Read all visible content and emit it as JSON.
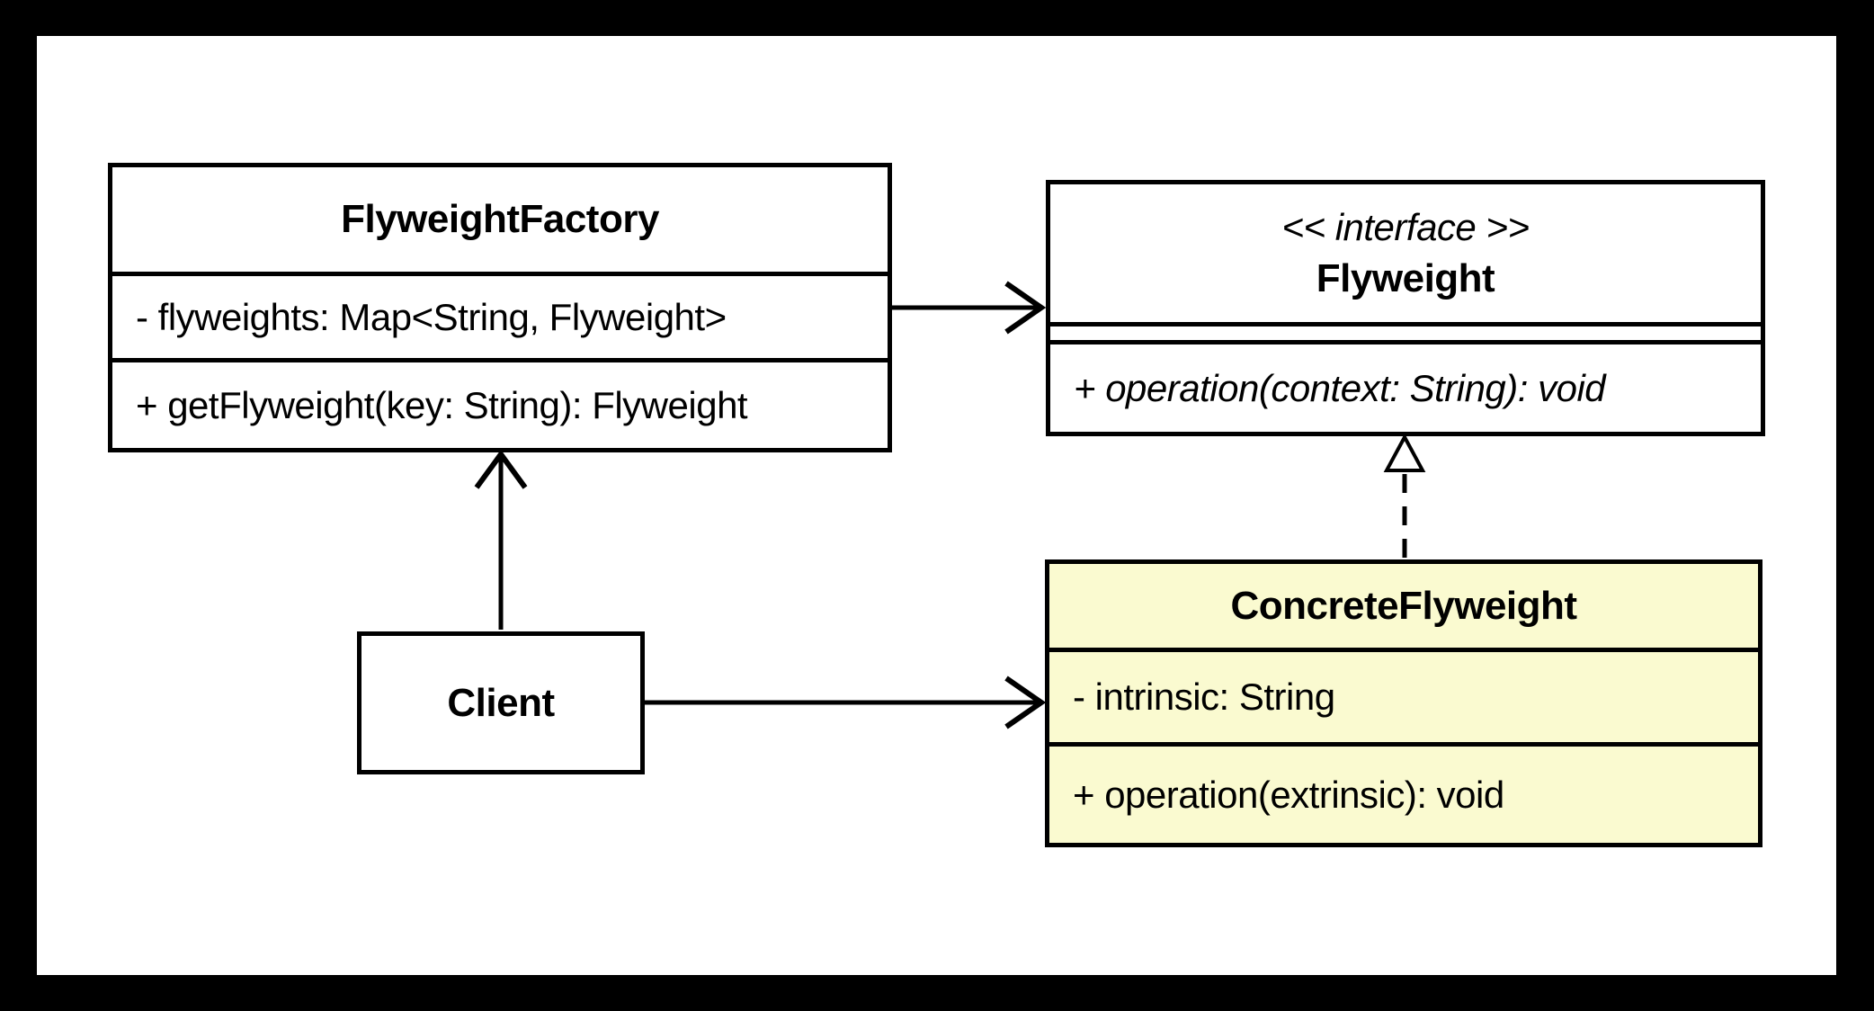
{
  "diagram": {
    "kind": "uml-class-diagram",
    "pattern": "Flyweight",
    "colors": {
      "frame": "#000000",
      "canvas": "#ffffff",
      "stroke": "#000000",
      "class_fill": "#ffffff",
      "highlight_fill": "#fafad0"
    },
    "classes": {
      "flyweight_factory": {
        "name": "FlyweightFactory",
        "attributes": [
          "- flyweights: Map<String, Flyweight>"
        ],
        "methods": [
          "+ getFlyweight(key: String): Flyweight"
        ]
      },
      "flyweight": {
        "stereotype": "<< interface >>",
        "name": "Flyweight",
        "attributes": [],
        "methods": [
          "+ operation(context: String): void"
        ]
      },
      "concrete_flyweight": {
        "name": "ConcreteFlyweight",
        "attributes": [
          "- intrinsic: String"
        ],
        "methods": [
          "+ operation(extrinsic): void"
        ]
      },
      "client": {
        "name": "Client"
      }
    },
    "relationships": [
      {
        "from": "FlyweightFactory",
        "to": "Flyweight",
        "type": "directed-association",
        "line": "solid",
        "arrowhead": "open"
      },
      {
        "from": "Client",
        "to": "FlyweightFactory",
        "type": "directed-association",
        "line": "solid",
        "arrowhead": "open"
      },
      {
        "from": "Client",
        "to": "ConcreteFlyweight",
        "type": "directed-association",
        "line": "solid",
        "arrowhead": "open"
      },
      {
        "from": "ConcreteFlyweight",
        "to": "Flyweight",
        "type": "realization",
        "line": "dashed",
        "arrowhead": "hollow-triangle"
      }
    ]
  }
}
